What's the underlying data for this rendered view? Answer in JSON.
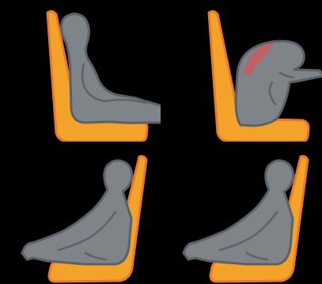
{
  "colors": {
    "background": "#000000",
    "seat_fill": "#F4A32A",
    "seat_outline": "#E8782A",
    "body_fill": "#7F8489",
    "body_outline": "#5C6166",
    "body_crease": "#5E6368",
    "strain_highlight": "#D2575A"
  },
  "panels": [
    {
      "id": "top-left",
      "pose": "sitting-upright-facing-right",
      "strain_highlight": false
    },
    {
      "id": "top-right",
      "pose": "hunched-forward-reaching-right",
      "strain_highlight": true
    },
    {
      "id": "bottom-left",
      "pose": "reclined-facing-left",
      "strain_highlight": false
    },
    {
      "id": "bottom-right",
      "pose": "reclined-facing-left",
      "strain_highlight": false
    }
  ]
}
